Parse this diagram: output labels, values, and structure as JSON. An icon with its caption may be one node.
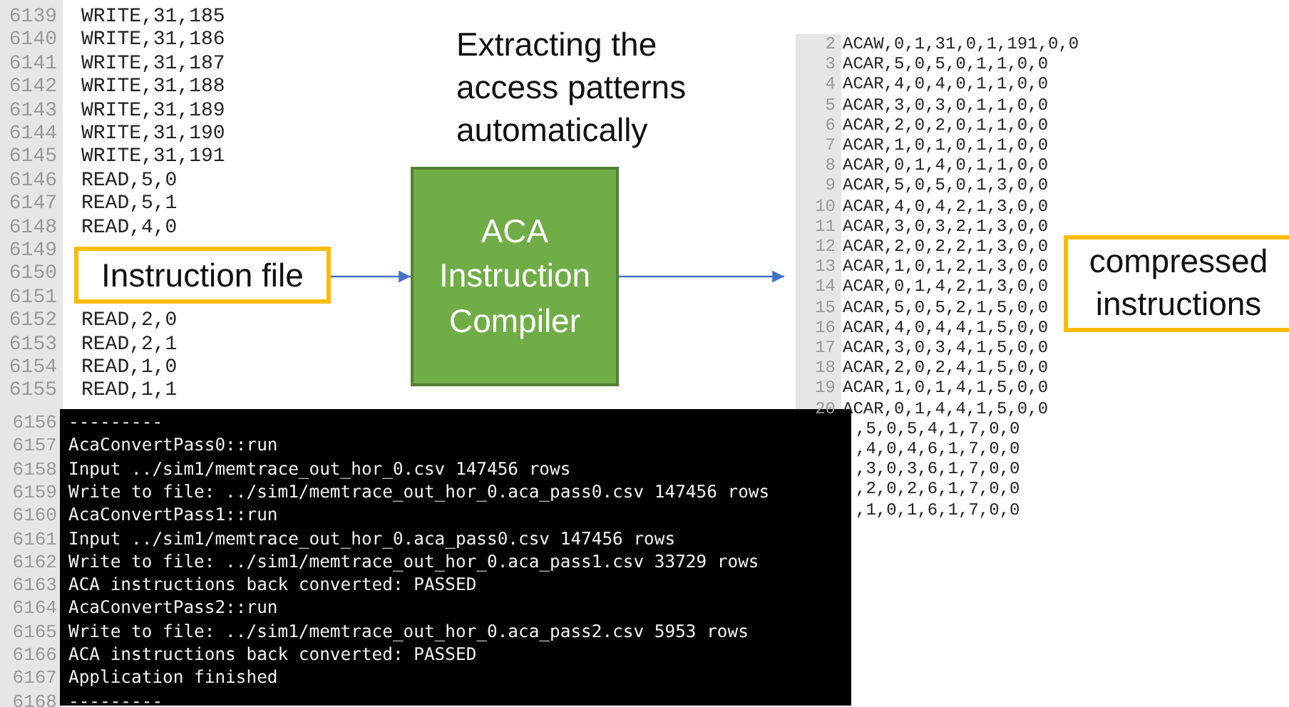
{
  "diagram": {
    "nodes": [
      {
        "text": [
          "Instruction file"
        ]
      },
      {
        "text": [
          "ACA Instruction Compiler"
        ],
        "beside": [
          "Extracting the access patterns automatically"
        ]
      },
      {
        "text": [
          "compressed instructions"
        ]
      }
    ],
    "edges": [
      {
        "from": 0,
        "to": 1,
        "arrow": "to"
      },
      {
        "from": 1,
        "to": null,
        "arrow": "to"
      }
    ],
    "labels": [
      "6139",
      "WRITE,31,185",
      "6140",
      "WRITE,31,186",
      "6141",
      "WRITE,31,187",
      "6142",
      "WRITE,31,188",
      "6143",
      "WRITE,31,189",
      "6144",
      "WRITE,31,190",
      "6145",
      "WRITE,31,191",
      "6146",
      "READ,5,0",
      "6147",
      "READ,5,1",
      "6148",
      "READ,4,0",
      "6149",
      "6150",
      "6151",
      "6152",
      "READ,2,0",
      "6153",
      "READ,2,1",
      "6154",
      "READ,1,0",
      "6155",
      "READ,1,1",
      "6156",
      "---------",
      "6157",
      "AcaConvertPass0::run",
      "6158",
      "Input ../sim1/memtrace_out_hor_0.csv 147456 rows",
      "6159",
      "Write to file: ../sim1/memtrace_out_hor_0.aca_pass0.csv 147456 rows",
      "6160",
      "AcaConvertPass1::run",
      "6161",
      "Input ../sim1/memtrace_out_hor_0.aca_pass0.csv 147456 rows",
      "6162",
      "Write to file: ../sim1/memtrace_out_hor_0.aca_pass1.csv 33729 rows",
      "6163",
      "ACA instructions back converted: PASSED",
      "6164",
      "AcaConvertPass2::run",
      "6165",
      "Write to file: ../sim1/memtrace_out_hor_0.aca_pass2.csv 5953 rows",
      "6166",
      "ACA instructions back converted: PASSED",
      "6167",
      "Application finished",
      "6168",
      "---------",
      "2",
      "ACAW,0,1,31,0,1,191,0,0",
      "3",
      "ACAR,5,0,5,0,1,1,0,0",
      "4",
      "ACAR,4,0,4,0,1,1,0,0",
      "5",
      "ACAR,3,0,3,0,1,1,0,0",
      "6",
      "ACAR,2,0,2,0,1,1,0,0",
      "7",
      "ACAR,1,0,1,0,1,1,0,0",
      "8",
      "ACAR,0,1,4,0,1,1,0,0",
      "9",
      "ACAR,5,0,5,0,1,3,0,0",
      "10",
      "ACAR,4,0,4,2,1,3,0,0",
      "11",
      "ACAR,3,0,3,2,1,3,0,0",
      "12",
      "ACAR,2,0,2,2,1,3,0,0",
      "13",
      "ACAR,1,0,1,2,1,3,0,0",
      "14",
      "ACAR,0,1,4,2,1,3,0,0",
      "15",
      "ACAR,5,0,5,2,1,5,0,0",
      "16",
      "ACAR,4,0,4,4,1,5,0,0",
      "17",
      "ACAR,3,0,3,4,1,5,0,0",
      "18",
      "ACAR,2,0,2,4,1,5,0,0",
      "19",
      "ACAR,1,0,1,4,1,5,0,0",
      "20",
      "ACAR,0,1,4,4,1,5,0,0",
      ",5,0,5,4,1,7,0,0",
      ",4,0,4,6,1,7,0,0",
      ",3,0,3,6,1,7,0,0",
      ",2,0,2,6,1,7,0,0",
      ",1,0,1,6,1,7,0,0"
    ]
  }
}
